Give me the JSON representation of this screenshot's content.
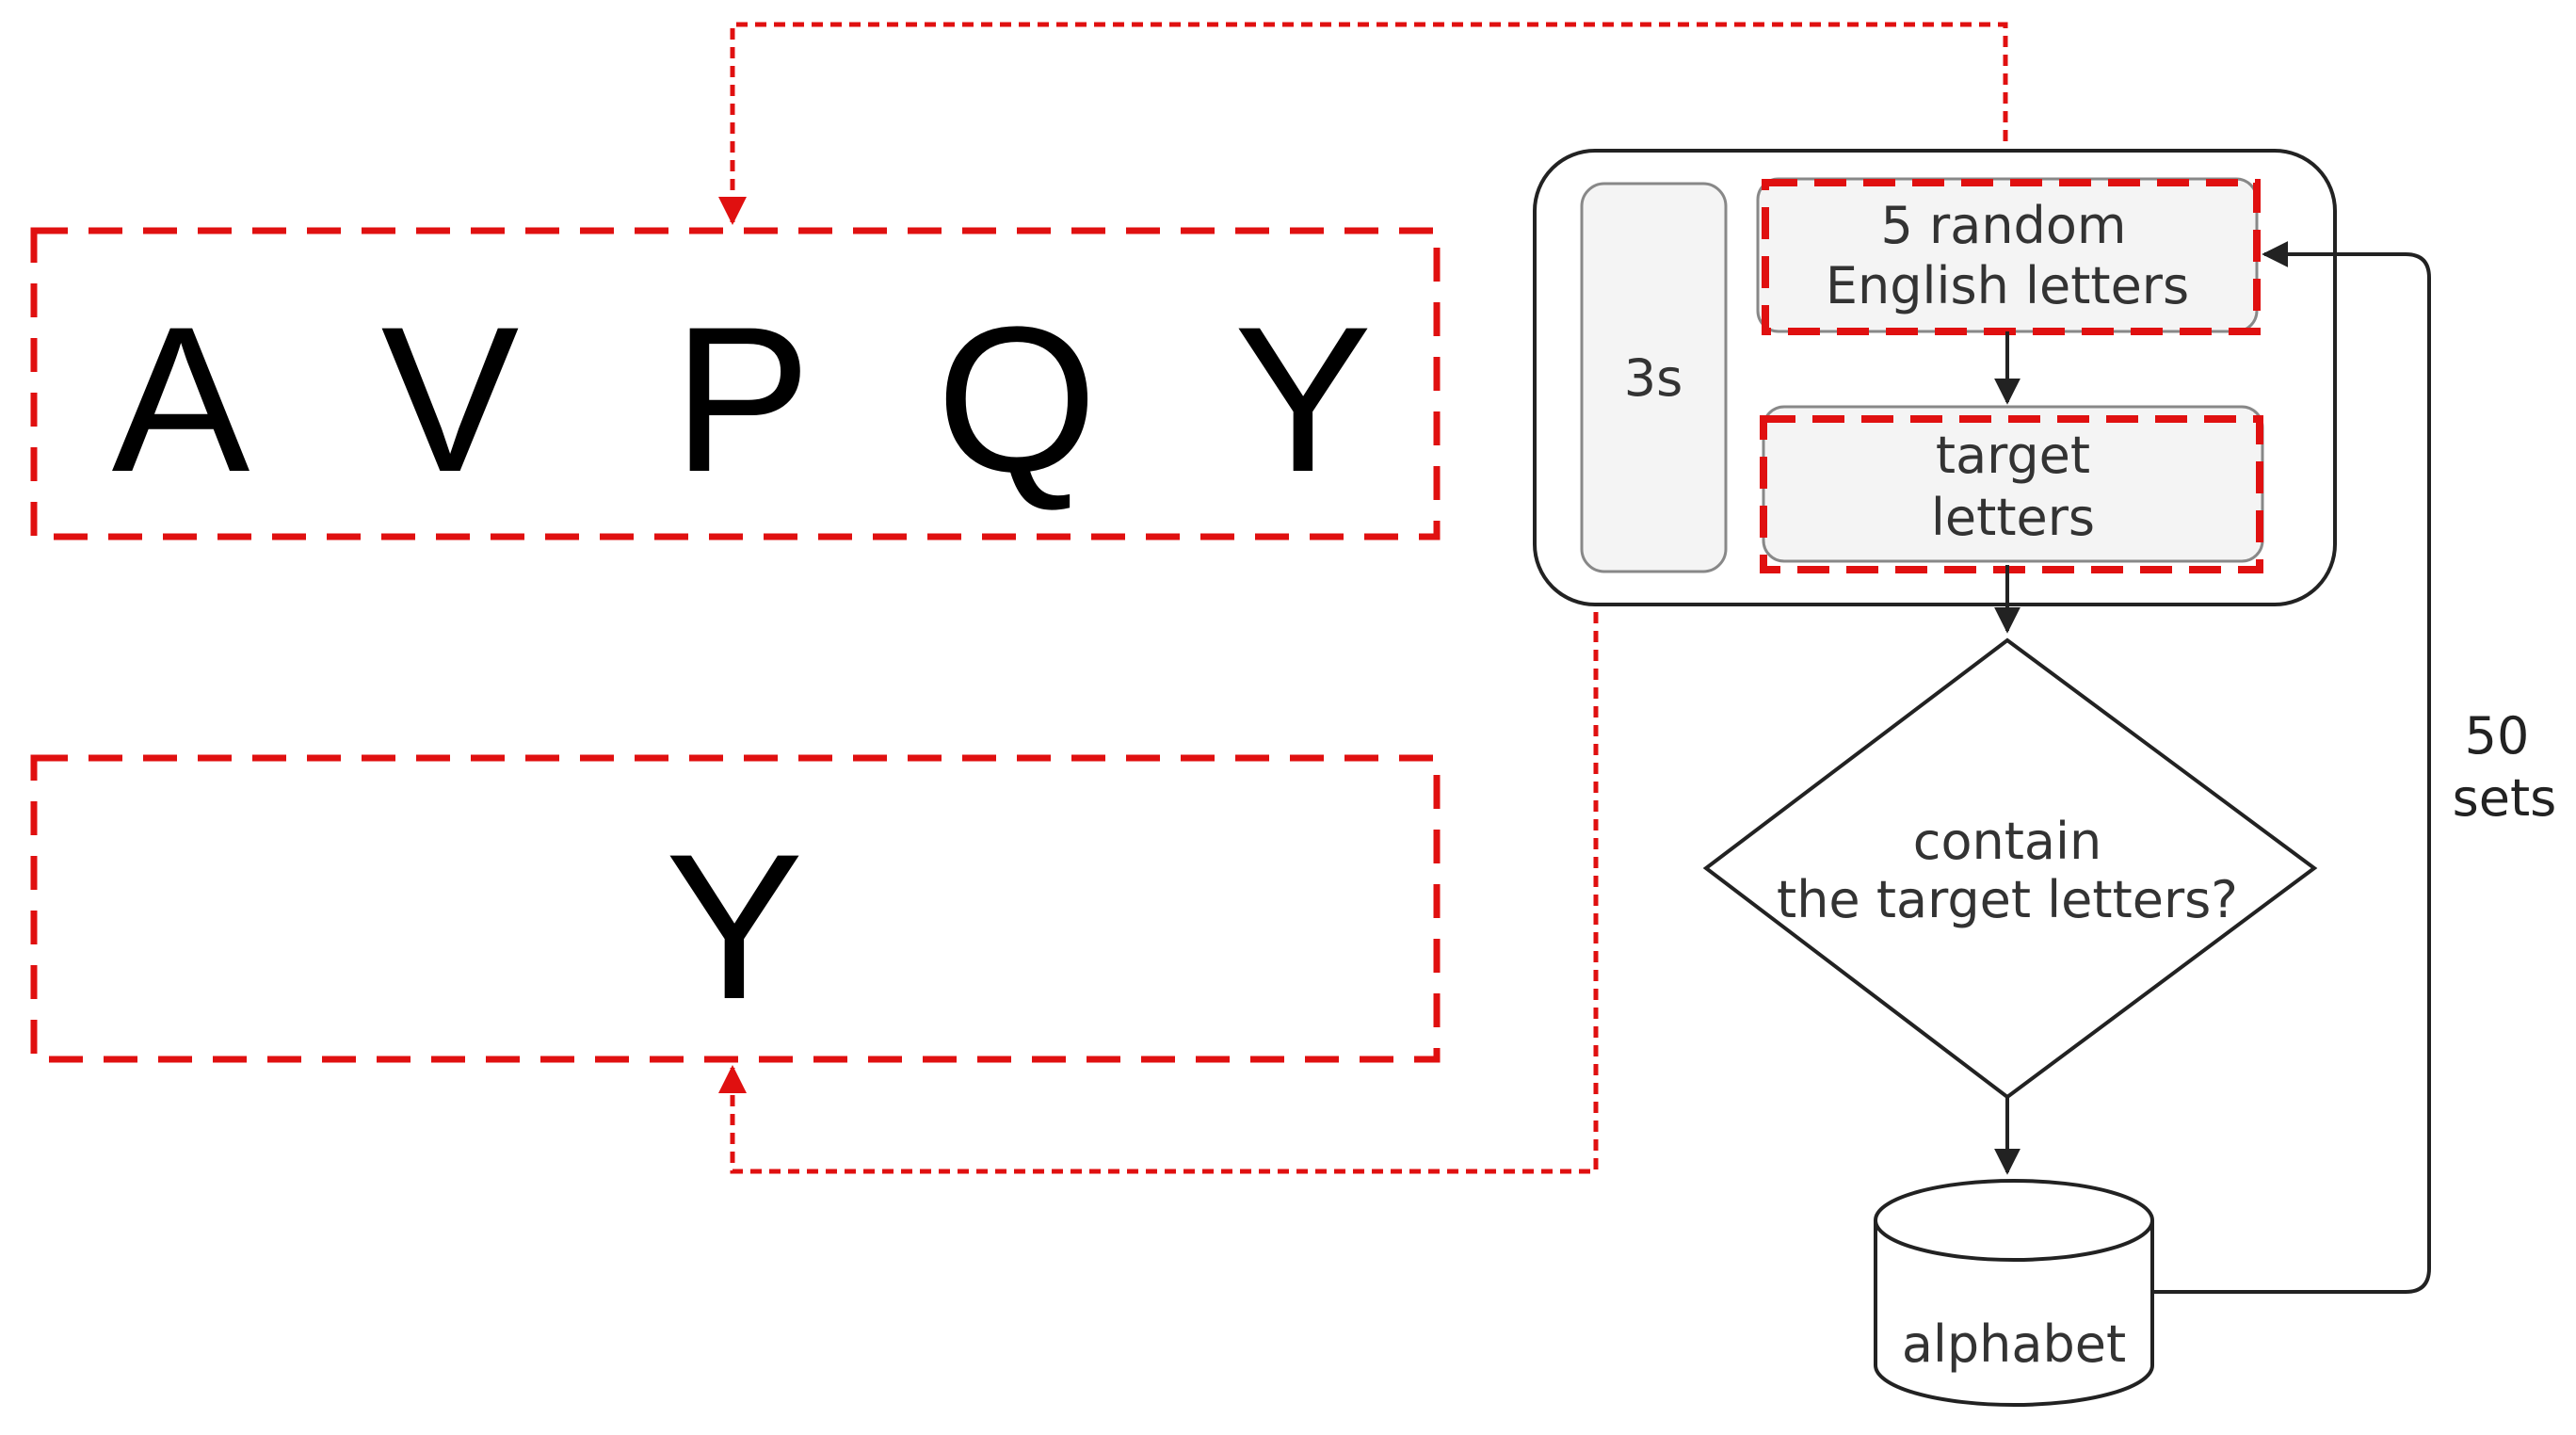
{
  "stimulus_panel": {
    "letters": [
      "A",
      "V",
      "P",
      "Q",
      "Y"
    ]
  },
  "target_panel": {
    "letter": "Y"
  },
  "flow": {
    "duration_box": "3s",
    "random_box": {
      "line1": "5 random",
      "line2": "English letters"
    },
    "target_box": {
      "line1": "target",
      "line2": "letters"
    },
    "decision": {
      "line1": "contain",
      "line2": "the target letters?"
    },
    "database": "alphabet",
    "loop_label": {
      "line1": "50",
      "line2": "sets"
    }
  },
  "colors": {
    "highlight": "#e01010",
    "line": "#222222",
    "box_fill": "#f4f4f4",
    "box_stroke": "#888888"
  }
}
